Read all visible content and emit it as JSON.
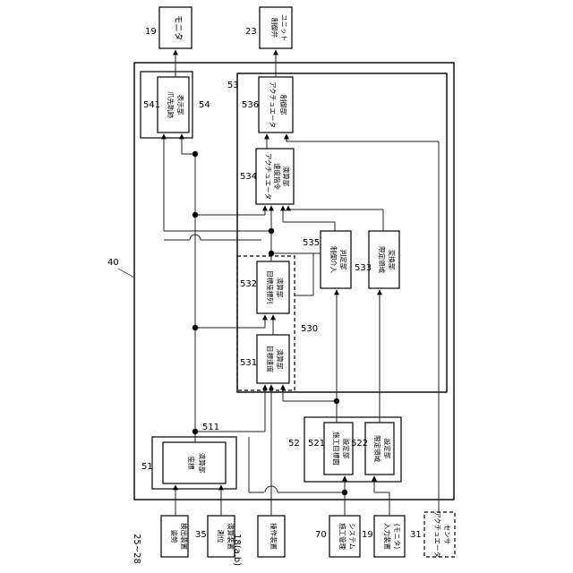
{
  "labels": {
    "n19_top": "19",
    "monitor": "モニタ",
    "n23": "23",
    "valve": "制御弁ユニット",
    "n40": "40",
    "n541": "541",
    "tipdisp": "爪先軌跡表示部",
    "n54": "54",
    "n53": "53",
    "n536": "536",
    "actctl": "アクチュエータ制御部",
    "n534": "534",
    "actspeed": "アクチュエータ速度指令演算部",
    "n535": "535",
    "intervene": "制御介入判定部",
    "n532": "532",
    "tgtcoord": "目標座標列演算部",
    "n533": "533",
    "region": "限定領域変換部",
    "n530": "530",
    "n531": "531",
    "tgtspeed": "目標速度演算部",
    "n511": "511",
    "n51": "51",
    "coordcalc": "座標演算部",
    "n52": "52",
    "n521": "521",
    "workplane": "施工目標面設定部",
    "n522": "522",
    "regionset": "限定領域設定部",
    "n2528": "25~28",
    "posture": "姿勢検出装置",
    "n35": "35",
    "poscalc": "測位演算装置",
    "n18": "18(a,b)",
    "opdevice": "操作装置",
    "n70": "70",
    "mgmt": "施工管理システム",
    "n19_bot": "19",
    "input_a": "入力装置",
    "input_b": "(モニタ)",
    "n31": "31",
    "sensor": "アクチュエータセンサ"
  }
}
